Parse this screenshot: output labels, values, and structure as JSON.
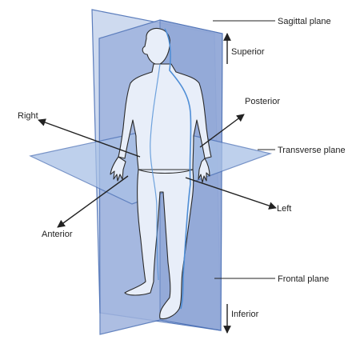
{
  "labels": {
    "sagittal_plane": "Sagittal plane",
    "superior": "Superior",
    "posterior": "Posterior",
    "right": "Right",
    "transverse_plane": "Transverse plane",
    "left": "Left",
    "anterior": "Anterior",
    "frontal_plane": "Frontal plane",
    "inferior": "Inferior"
  },
  "colors": {
    "plane_fill": "#9fb3de",
    "plane_fill_light": "#c9d6ee",
    "plane_edge": "#4a6fb5",
    "body_line": "#2a2a2a",
    "spine_line": "#4f8ed6",
    "arrow": "#222222"
  }
}
